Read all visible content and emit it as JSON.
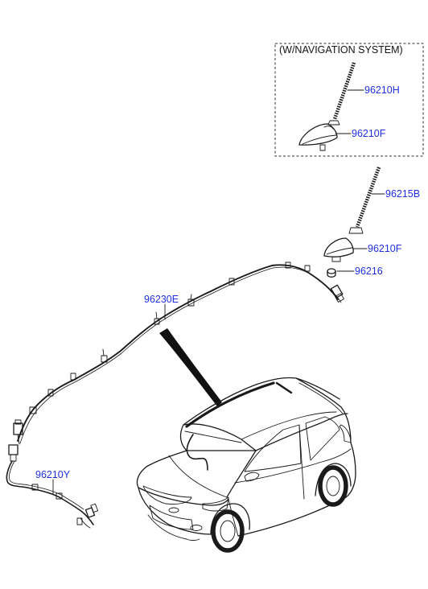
{
  "inset_box": {
    "title": "(W/NAVIGATION SYSTEM)"
  },
  "part_labels": {
    "p96210H": "96210H",
    "p96210F_nav": "96210F",
    "p96215B": "96215B",
    "p96210F": "96210F",
    "p96216": "96216",
    "p96230E": "96230E",
    "p96210Y": "96210Y"
  },
  "colors": {
    "label": "#1f2fe0",
    "line": "#1a1a1a"
  }
}
